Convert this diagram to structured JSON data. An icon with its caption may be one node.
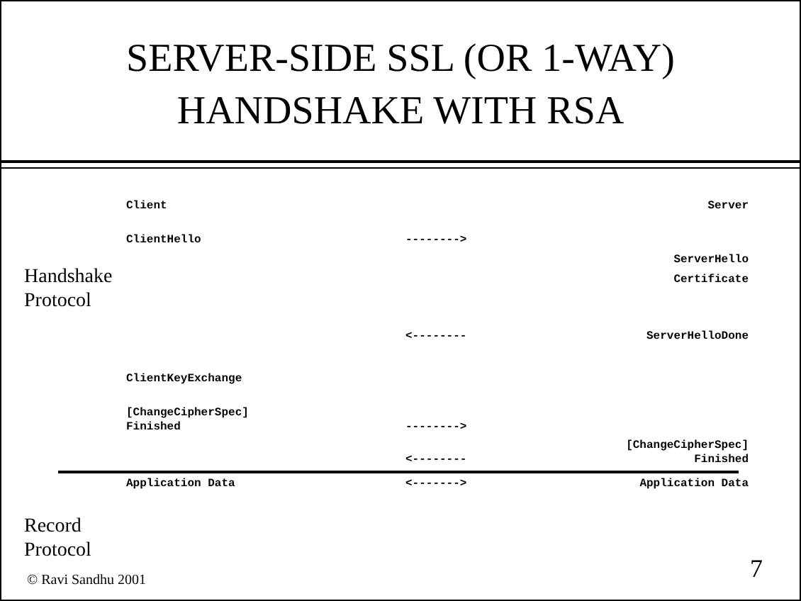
{
  "diagram": {
    "title": "SERVER-SIDE SSL (OR 1-WAY) HANDSHAKE WITH RSA",
    "labels": [
      "Client",
      "Server",
      "ClientHello",
      "-------->",
      "ServerHello",
      "Certificate",
      "Handshake Protocol",
      "<--------",
      "ServerHelloDone",
      "ClientKeyExchange",
      "[ChangeCipherSpec]",
      "Finished",
      "-------->",
      "[ChangeCipherSpec]",
      "<--------",
      "Finished",
      "Application Data",
      "<------->",
      "Application Data",
      "Record Protocol",
      "© Ravi Sandhu 2001",
      "7"
    ]
  }
}
